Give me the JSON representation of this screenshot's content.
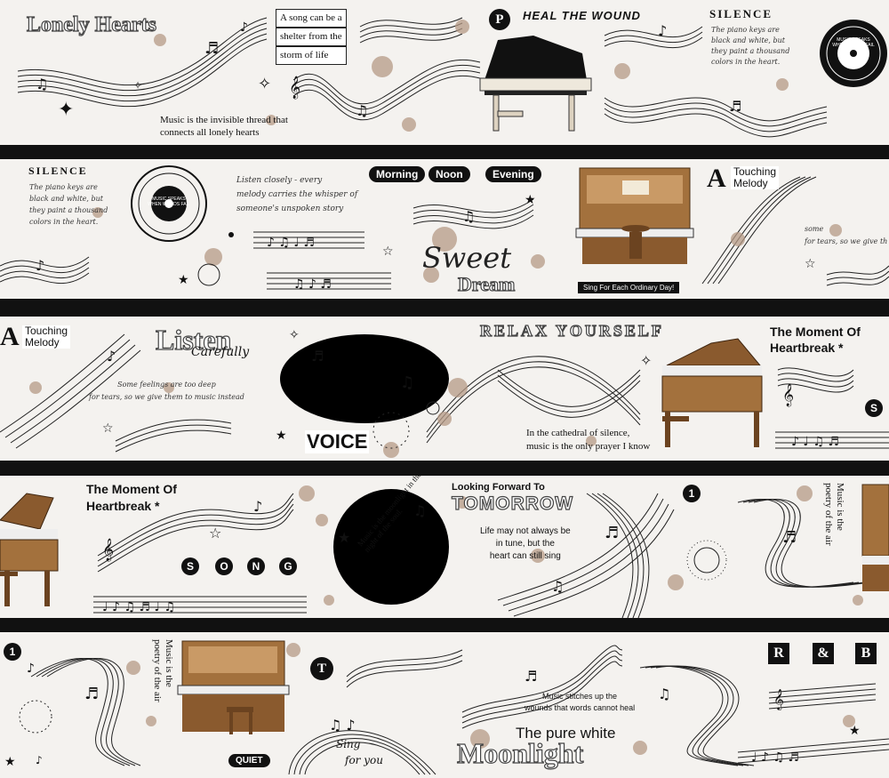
{
  "strip1": {
    "lonely_hearts": "Lonely Hearts",
    "song_shelter": [
      "A song can be a",
      "shelter from the",
      "storm of life"
    ],
    "invisible_thread": [
      "Music is the invisible thread that",
      "connects all lonely hearts"
    ],
    "p_badge": "P",
    "heal_wound": "HEAL THE WOUND",
    "silence_title": "SILENCE",
    "silence_text": [
      "The piano keys are",
      "black and white, but",
      "they paint a thousand",
      "colors in the heart."
    ],
    "record_text": "MUSIC SPEAKS WHEN WORDS FAIL"
  },
  "strip2": {
    "silence_title": "SILENCE",
    "silence_text": [
      "The piano keys are",
      "black and white, but",
      "they paint a thousand",
      "colors in the heart."
    ],
    "record_text": "MUSIC SPEAKS WHEN WORDS FAIL",
    "listen_text": [
      "Listen closely - every",
      "melody carries the whisper of",
      "someone's unspoken story"
    ],
    "pills": [
      "Morning",
      "Noon",
      "Evening"
    ],
    "sweet_script": "Sweet",
    "dream": "Dream",
    "piano_caption": "Sing For Each Ordinary Day!",
    "touching_a": "A",
    "touching_melody": [
      "Touching",
      "Melody"
    ],
    "some_feelings_partial": [
      "some",
      "for tears, so we give th"
    ]
  },
  "strip3": {
    "touching_a": "A",
    "touching_melody": [
      "Touching",
      "Melody"
    ],
    "listen": "Listen",
    "carefully": "Carefully",
    "some_feelings": [
      "Some feelings are too deep",
      "for tears, so we give them to music instead"
    ],
    "relax": "RELAX YOURSELF",
    "voice": "VOICE",
    "cathedral": [
      "In the cathedral of silence,",
      "music is the only prayer I know"
    ],
    "moment": [
      "The Moment Of",
      "Heartbreak *"
    ],
    "s_badge": "S"
  },
  "strip4": {
    "moment": [
      "The Moment Of",
      "Heartbreak *"
    ],
    "song_letters": [
      "S",
      "O",
      "N",
      "G"
    ],
    "moonlight_circle": "Music is the moonlight in the gloomy night of the soul.",
    "looking_forward": "Looking Forward To",
    "tomorrow": "TOMORROW",
    "life_tune": [
      "Life may not always be",
      "in tune, but the",
      "heart can still sing"
    ],
    "num_badge": "1",
    "poetry_air": [
      "Music is the",
      "poetry of the air"
    ]
  },
  "strip5": {
    "num_badge": "1",
    "poetry_air": [
      "Music is the",
      "poetry of the air"
    ],
    "t_badge": "T",
    "quiet": "QUIET",
    "sing_for_you": [
      "Sing",
      "for you"
    ],
    "stitches": [
      "Music stitches up the",
      "wounds that words cannot heal"
    ],
    "pure_white": "The pure white",
    "moonlight": "Moonlight",
    "rb_letters": [
      "R",
      "&",
      "B"
    ]
  },
  "colors": {
    "tape_bg": "#f4f2ef",
    "gap": "#111111",
    "coffee_blot": "#b59a85",
    "wood": "#8a5a2e"
  }
}
